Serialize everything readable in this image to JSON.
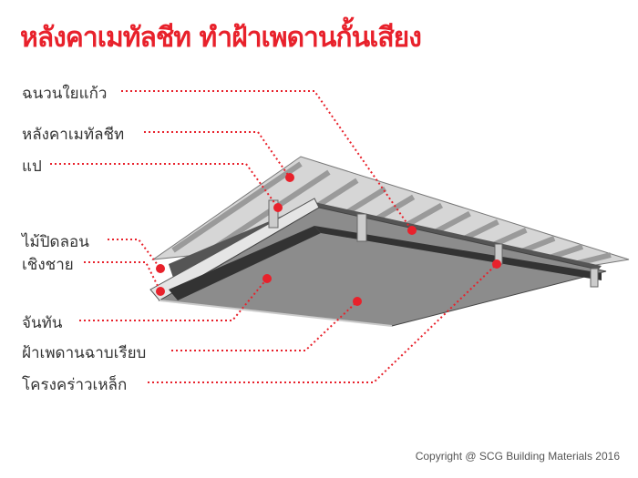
{
  "title": "หลังคาเมทัลชีท ทำฝ้าเพดานกั้นเสียง",
  "labels": {
    "insulation": "ฉนวนใยแก้ว",
    "metal_sheet": "หลังคาเมทัลชีท",
    "purlin": "แป",
    "ridge_cover": "ไม้ปิดลอน",
    "fascia": "เชิงชาย",
    "rafter": "จันทัน",
    "ceiling": "ฝ้าเพดานฉาบเรียบ",
    "steel_frame": "โครงคร่าวเหล็ก"
  },
  "copyright": "Copyright @ SCG Building Materials 2016",
  "colors": {
    "accent": "#e8212b",
    "board": "#8c8c8c",
    "sheet": "#d9d9d9"
  }
}
